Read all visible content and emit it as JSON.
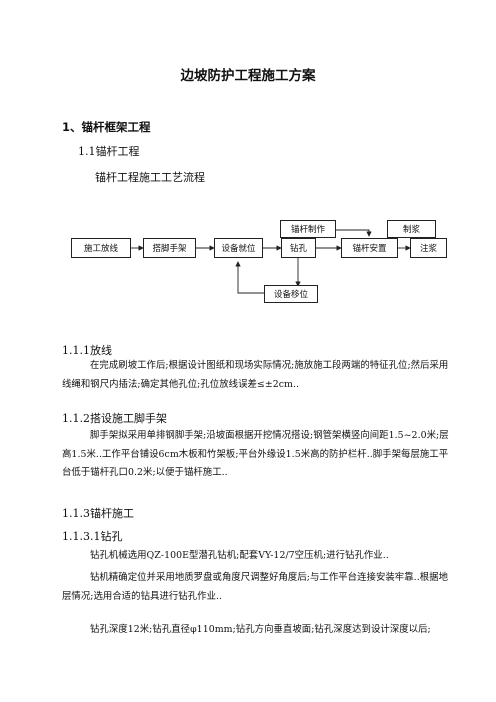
{
  "document": {
    "title": "边坡防护工程施工方案",
    "section1": "1、锚杆框架工程",
    "section1_1": "1.1锚杆工程",
    "flow_caption": "锚杆工程施工工艺流程",
    "flowchart": {
      "boxes": {
        "make_anchor": "锚杆制作",
        "make_grout": "制浆",
        "layout": "施工放线",
        "scaffold": "搭脚手架",
        "equip_place": "设备就位",
        "drill": "钻孔",
        "install": "锚杆安置",
        "grout": "注浆",
        "equip_move": "设备移位"
      }
    },
    "s111": "1.1.1放线",
    "p111": "在完成刷坡工作后;根据设计图纸和现场实际情况;施放施工段两端的特征孔位;然后采用线绳和钢尺内插法;确定其他孔位;孔位放线误差≤±2cm..",
    "s112": "1.1.2搭设施工脚手架",
    "p112": "脚手架拟采用单排钢脚手架;沿坡面根据开挖情况搭设;钢管架横竖向间距1.5~2.0米;层高1.5米..工作平台铺设6cm木板和竹架板;平台外缘设1.5米高的防护栏杆..脚手架每层施工平台低于锚杆孔口0.2米;以便于锚杆施工..",
    "s113": "1.1.3锚杆施工",
    "s1131": "1.1.3.1钻孔",
    "p1131a": "钻孔机械选用QZ-100E型潜孔钻机;配套VY-12/7空压机;进行钻孔作业..",
    "p1131b": "钻机精确定位并采用地质罗盘或角度尺调整好角度后;与工作平台连接安装牢靠..根据地层情况;选用合适的钻具进行钻孔作业..",
    "p1131c": "钻孔深度12米;钻孔直径φ110mm;钻孔方向垂直坡面;钻孔深度达到设计深度以后;"
  }
}
